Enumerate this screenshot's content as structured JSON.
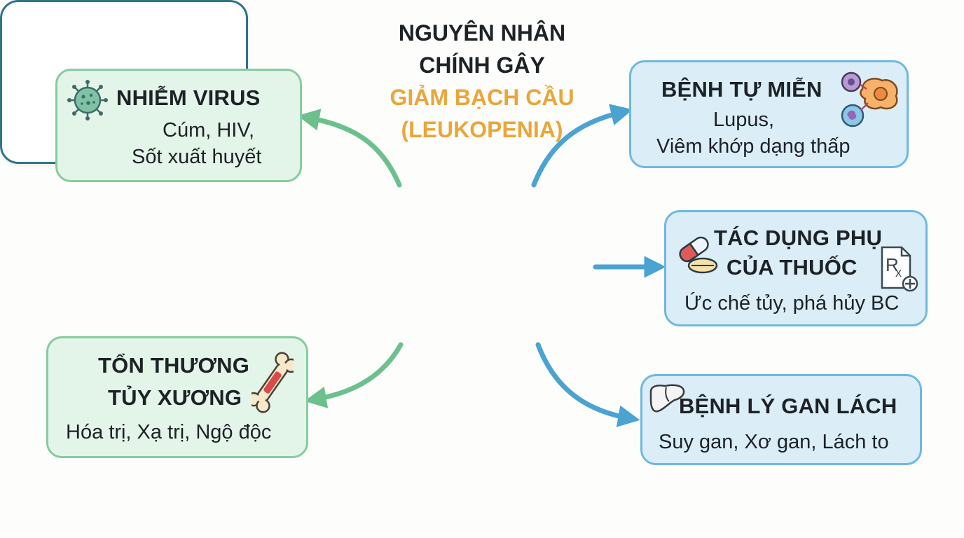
{
  "center": {
    "line1": "NGUYÊN NHÂN",
    "line2": "CHÍNH GÂY",
    "line3": "GIẢM BẠCH CẦU",
    "line4": "(LEUKOPENIA)"
  },
  "nodes": {
    "virus": {
      "title": "NHIỄM VIRUS",
      "desc1": "Cúm, HIV,",
      "desc2": "Sốt xuất huyết",
      "icon": "virus-icon"
    },
    "marrow": {
      "title1": "TỔN THƯƠNG",
      "title2": "TỦY XƯƠNG",
      "desc": "Hóa trị, Xạ trị, Ngộ độc",
      "icon": "bone-icon"
    },
    "autoimmune": {
      "title": "BỆNH TỰ MIỄN",
      "desc1": "Lupus,",
      "desc2": "Viêm khớp dạng thấp",
      "icon": "cells-icon"
    },
    "drugs": {
      "title1": "TÁC DỤNG PHỤ",
      "title2": "CỦA THUỐC",
      "desc": "Ức chế tủy, phá hủy BC",
      "icon": "pills-icon",
      "icon2": "prescription-icon"
    },
    "liver": {
      "title": "BỆNH LÝ GAN LÁCH",
      "desc": "Suy gan, Xơ gan, Lách to",
      "icon": "liver-icon"
    }
  },
  "colors": {
    "green_fill": "#e3f4e8",
    "green_border": "#86cc9d",
    "green_arrow": "#6cc08c",
    "blue_fill": "#dbeef8",
    "blue_border": "#6fb9de",
    "blue_arrow": "#4aa3d0",
    "center_border": "#2e7589",
    "accent": "#e9a63a"
  }
}
